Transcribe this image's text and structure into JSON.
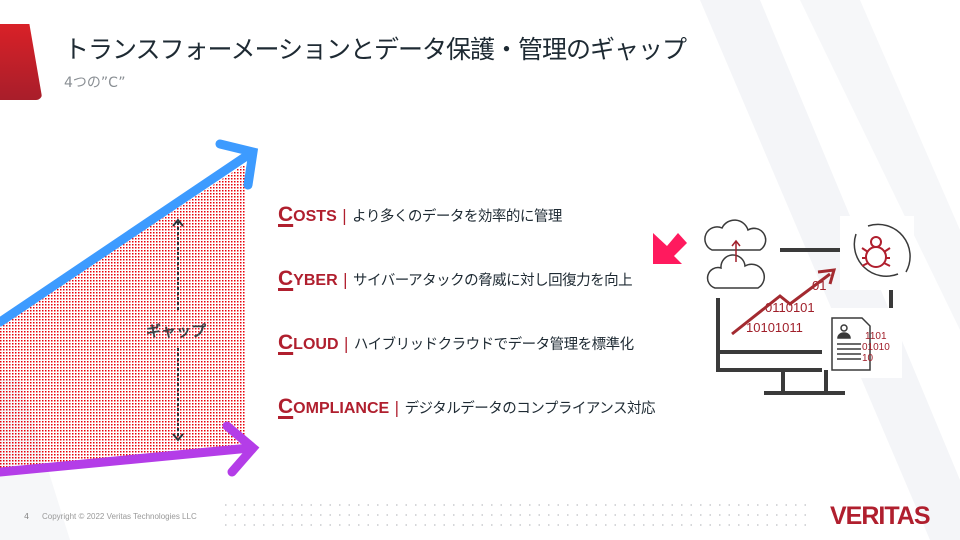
{
  "header": {
    "title": "トランスフォーメーションとデータ保護・管理のギャップ",
    "subtitle": "4つの”C”"
  },
  "diagram": {
    "gap_label": "ギャップ"
  },
  "items": [
    {
      "initial": "C",
      "rest": "OSTS",
      "separator": "|",
      "description": "より多くのデータを効率的に管理"
    },
    {
      "initial": "C",
      "rest": "YBER",
      "separator": "|",
      "description": "サイバーアタックの脅威に対し回復力を向上"
    },
    {
      "initial": "C",
      "rest": "LOUD",
      "separator": "|",
      "description": "ハイブリッドクラウドでデータ管理を標準化"
    },
    {
      "initial": "C",
      "rest": "OMPLIANCE",
      "separator": "|",
      "description": "デジタルデータのコンプライアンス対応"
    }
  ],
  "illustration": {
    "binary_1": "01",
    "binary_2": "0110101",
    "binary_3": "10101011",
    "doc_binary_1": "1101",
    "doc_binary_2": "01010",
    "doc_binary_3": "10"
  },
  "footer": {
    "page": "4",
    "copyright": "Copyright © 2022 Veritas Technologies LLC",
    "logo": "VERITAS"
  },
  "colors": {
    "brand": "#b01f2e",
    "blue": "#3d9bff",
    "purple": "#b43de8",
    "pink": "#ff1a5e"
  }
}
